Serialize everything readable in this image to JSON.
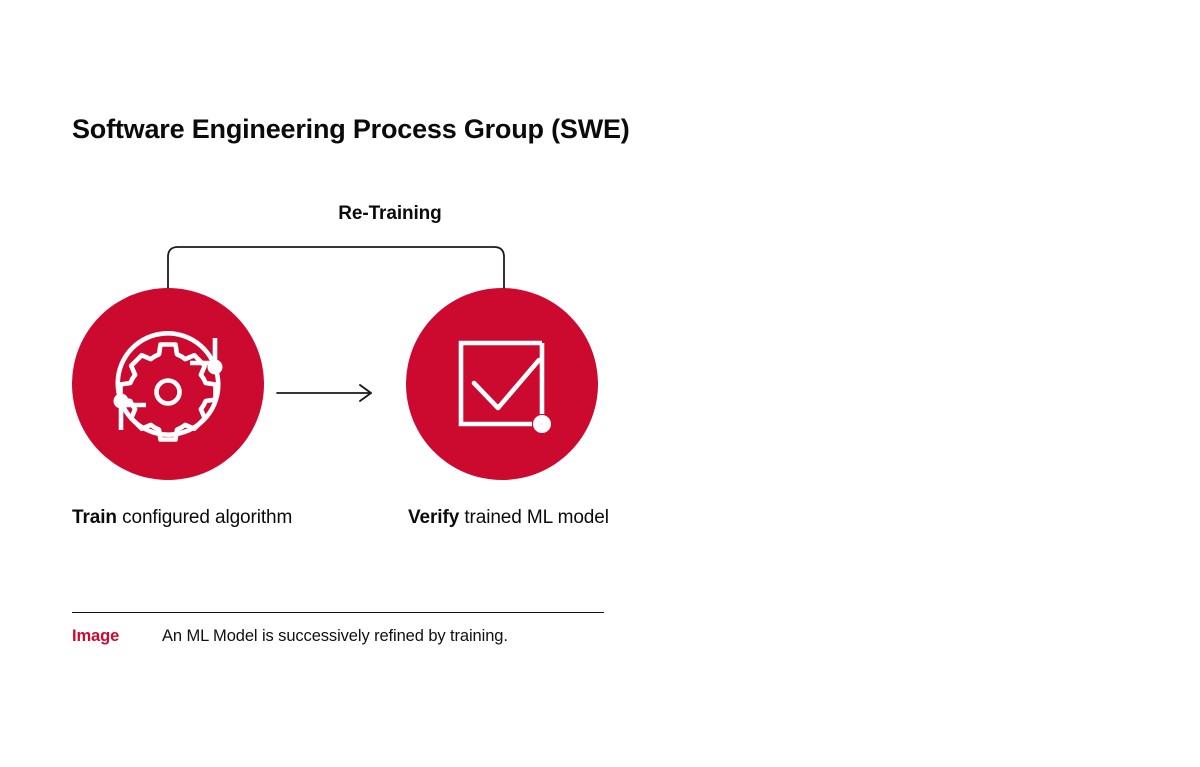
{
  "page": {
    "title": "Software Engineering Process Group (SWE)",
    "background_color": "#ffffff",
    "accent_color": "#cc0a2f",
    "text_color": "#0b0b0b"
  },
  "diagram": {
    "loop_label": "Re-Training",
    "loop_arrow_name": "retraining-feedback-arrow",
    "flow_arrow_name": "train-to-verify-arrow",
    "steps": [
      {
        "id": "train",
        "icon": "gear-refresh-icon",
        "lead": "Train",
        "rest": " configured algorithm",
        "circle_color": "#cc0a2f"
      },
      {
        "id": "verify",
        "icon": "checkbox-check-icon",
        "lead": "Verify",
        "rest": " trained ML model",
        "circle_color": "#cc0a2f"
      }
    ]
  },
  "caption": {
    "key": "Image",
    "key_color": "#cc0a2f",
    "text": "An ML Model is successively refined by training."
  }
}
